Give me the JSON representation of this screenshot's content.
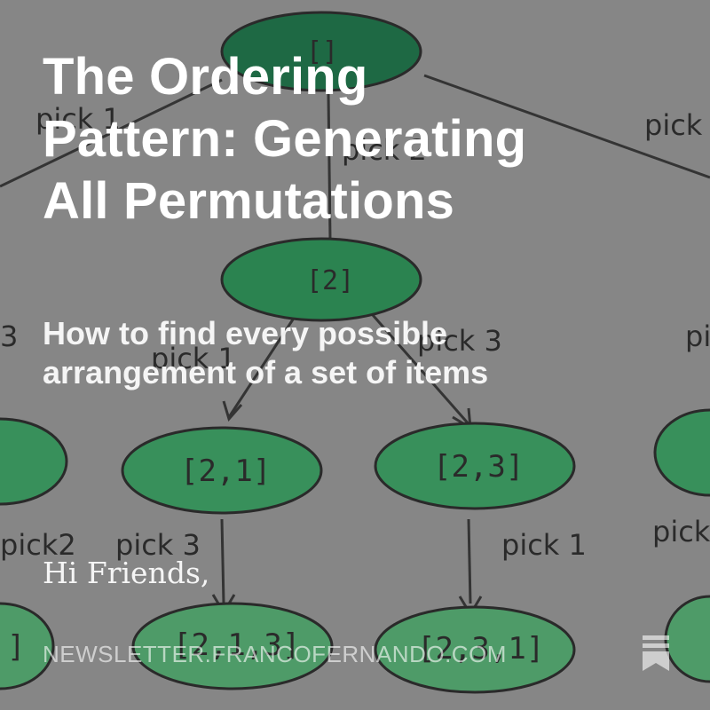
{
  "header": {
    "title": "The Ordering Pattern: Generating All Permutations",
    "subtitle": "How to find every possible arrangement of a set of items"
  },
  "body": {
    "greeting": "Hi Friends,"
  },
  "footer": {
    "url": "NEWSLETTER.FRANCOFERNANDO.COM",
    "bookmark_icon": "bookmark-icon"
  },
  "diagram": {
    "nodes": {
      "root": "[]",
      "left_mid": "[2,1]",
      "right_mid": "[2,3]",
      "bottom_left": "[2,1,3]",
      "bottom_right": "[2,3,1]",
      "mid_center": "[2]",
      "edge_left_bottom": "]"
    },
    "edges": {
      "pick1_top": "pick 1",
      "pick2_top": "pick 2",
      "pick_right_top": "pick",
      "pick3_left": "3",
      "pick1_mid": "pick 1",
      "pick3_mid": "pick 3",
      "pick_right_mid": "pi",
      "pick2_bottom": "pick2",
      "pick3_bottom": "pick 3",
      "pick1_bottom": "pick 1",
      "pick_right_bottom": "pick"
    },
    "colors": {
      "node_dark": "#0f6b3e",
      "node_mid": "#2f9a5a",
      "node_light": "#4aa86a",
      "background": "#8e8e8e"
    }
  }
}
